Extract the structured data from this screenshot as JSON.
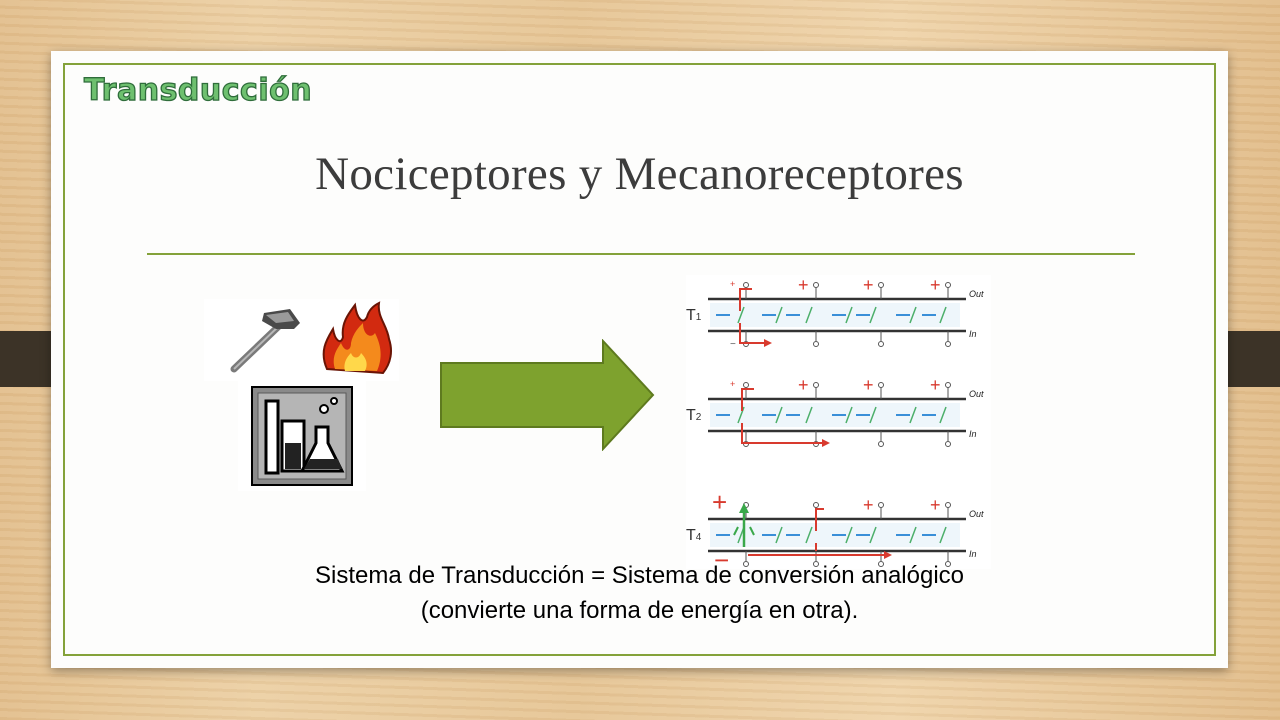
{
  "slide": {
    "watermark": "Transducción",
    "title": "Nociceptores y Mecanoreceptores",
    "caption_line1": "Sistema de Transducción = Sistema de conversión analógico",
    "caption_line2": "(convierte una forma de energía en otra)."
  },
  "diagram": {
    "rows": [
      {
        "label": "T",
        "sub": "1"
      },
      {
        "label": "T",
        "sub": "2"
      },
      {
        "label": "T",
        "sub": "4"
      }
    ],
    "out_label": "Out",
    "in_label": "In",
    "plus_sign": "+",
    "minus_sign": "−",
    "small_plus": "+",
    "small_minus": "−"
  },
  "colors": {
    "frame": "#84a23a",
    "arrow": "#7ea22e",
    "watermark": "#6ec06f",
    "current_red": "#d83a2e",
    "current_green": "#3aa84a",
    "channel_blue": "#3a8fd8",
    "channel_green": "#4caf6a"
  },
  "icons": [
    "hammer-icon",
    "fire-icon",
    "chemistry-lab-icon",
    "right-arrow-icon"
  ]
}
